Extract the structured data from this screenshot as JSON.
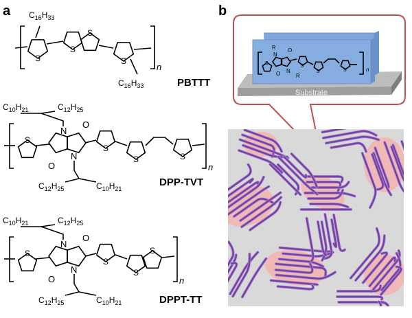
{
  "panels": {
    "a": "a",
    "b": "b"
  },
  "polymers": [
    {
      "name": "PBTTT",
      "side_chain": "C16H33"
    },
    {
      "name": "DPP-TVT",
      "branch_a": "C10H21",
      "branch_b": "C12H25"
    },
    {
      "name": "DPPT-TT",
      "branch_a": "C10H21",
      "branch_b": "C12H25"
    }
  ],
  "atoms": {
    "sulfur": "S",
    "nitrogen": "N",
    "oxygen": "O",
    "repeat": "n",
    "r_group": "R"
  },
  "inset": {
    "substrate_label": "Substrate"
  },
  "colors": {
    "callout": "#c0504d",
    "slab": "#7fa6dc",
    "substrate": "#9e9e9e",
    "film_bg": "#d9d9d9",
    "crystal_domain": "#f1b9b6",
    "chain": "#7a3fa2"
  }
}
